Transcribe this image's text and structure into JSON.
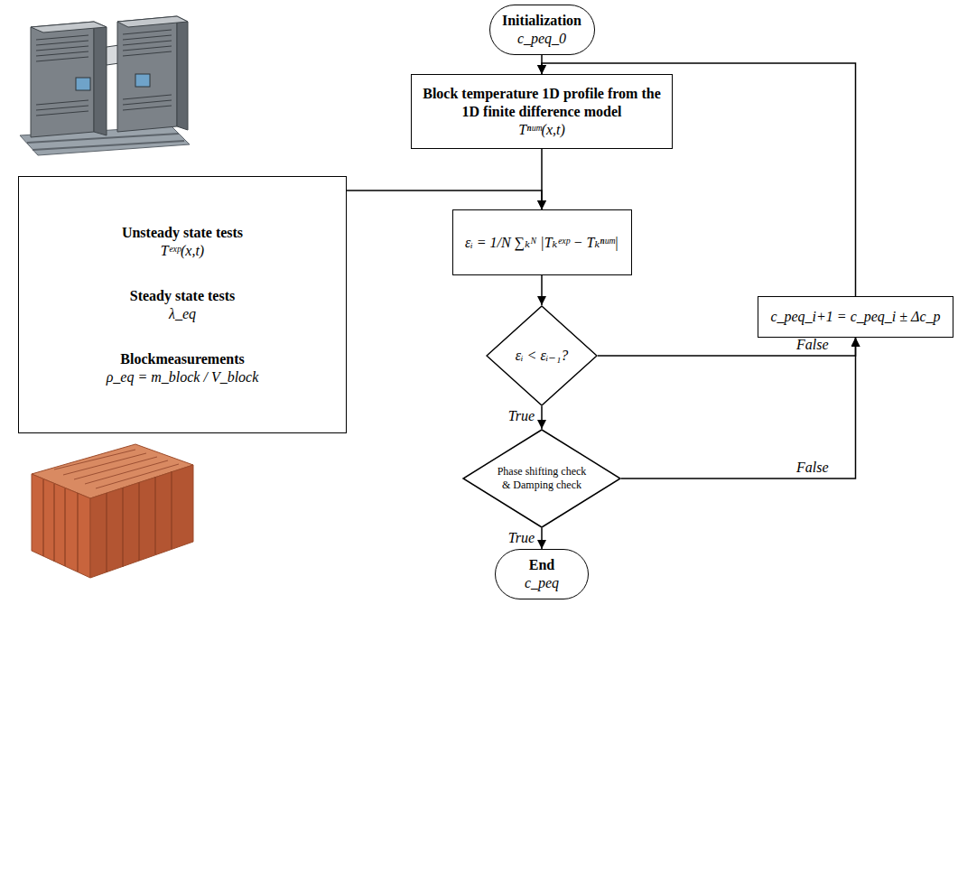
{
  "diagram": {
    "nodes": [
      {
        "text": [
          "Initialization",
          "c_peq_0"
        ]
      },
      {
        "text": [
          "Block temperature 1D profile from the 1D finite difference model",
          "Tⁿᵘᵐ(x,t)"
        ]
      },
      {
        "text": [
          "Unsteady state tests",
          "Tᵉˣᵖ(x,t)",
          "Steady state tests",
          "λ_eq",
          "Blockmeasurements",
          "ρ_eq = m_block / V_block"
        ]
      },
      {
        "text": [
          "εᵢ = 1/N ∑ₖᴺ |Tₖᵉˣᵖ − Tₖⁿᵘᵐ|"
        ]
      },
      {
        "text": [
          "εᵢ < εᵢ₋₁?"
        ]
      },
      {
        "text": [
          "Phase shifting check & Damping check"
        ]
      },
      {
        "text": [
          "End",
          "c_peq"
        ]
      },
      {
        "text": [
          "c_peq_i+1 = c_peq_i ± Δc_p"
        ]
      }
    ],
    "edges": [
      {
        "from": 0,
        "to": 1,
        "arrow": "to"
      },
      {
        "from": 2,
        "to": 3,
        "arrow": "to"
      },
      {
        "from": 1,
        "to": 3,
        "arrow": "to"
      },
      {
        "from": 3,
        "to": 4,
        "arrow": "to"
      },
      {
        "from": 4,
        "to": 7,
        "label": "False",
        "arrow": "to"
      },
      {
        "from": 4,
        "to": 5,
        "label": "True",
        "arrow": "to"
      },
      {
        "from": 5,
        "to": 7,
        "label": "False",
        "arrow": "to"
      },
      {
        "from": 5,
        "to": 6,
        "label": "True",
        "arrow": "to"
      },
      {
        "from": 7,
        "to": 1,
        "arrow": "to"
      }
    ]
  }
}
